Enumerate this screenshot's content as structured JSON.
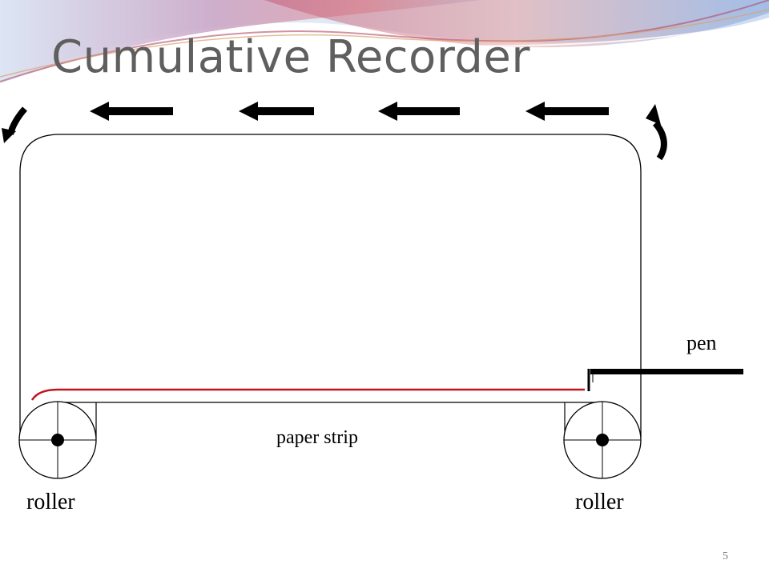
{
  "slide": {
    "title": "Cumulative Recorder",
    "page_number": "5"
  },
  "diagram": {
    "labels": {
      "pen": "pen",
      "paper_strip": "paper strip",
      "roller_left": "roller",
      "roller_right": "roller"
    },
    "colors": {
      "paper_trace": "#c0141a",
      "outline": "#000000",
      "title_text": "#5f5f5f"
    }
  }
}
